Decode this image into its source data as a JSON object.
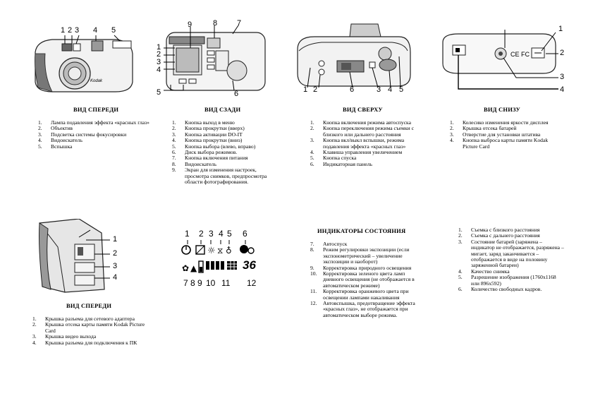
{
  "front": {
    "callouts": [
      "1",
      "2",
      "3",
      "4",
      "5"
    ],
    "brand": "Kodak",
    "heading": "ВИД СПЕРЕДИ",
    "items": [
      {
        "n": "1.",
        "t": "Лампа подавления эффекта «красных глаз»"
      },
      {
        "n": "2.",
        "t": "Объектив"
      },
      {
        "n": "3.",
        "t": "Подсветка системы фокусировки"
      },
      {
        "n": "4.",
        "t": "Видоискатель"
      },
      {
        "n": "5.",
        "t": "Вспышка"
      }
    ]
  },
  "back": {
    "callouts": [
      "1",
      "2",
      "3",
      "4",
      "5",
      "6",
      "7",
      "8",
      "9"
    ],
    "heading": "ВИД СЗАДИ",
    "items": [
      {
        "n": "1.",
        "t": "Кнопка выход в меню"
      },
      {
        "n": "2.",
        "t": "Кнопка прокрутки (вверх)"
      },
      {
        "n": "3.",
        "t": "Кнопка активации DO-IT"
      },
      {
        "n": "4.",
        "t": "Кнопка прокрутки (вниз)"
      },
      {
        "n": "5.",
        "t": "Кнопка выбора (влево, вправо)"
      },
      {
        "n": "6.",
        "t": "Диск выбора режимов."
      },
      {
        "n": "7.",
        "t": "Кнопка включения питания"
      },
      {
        "n": "8.",
        "t": "Видоискатель"
      },
      {
        "n": "9.",
        "t": "Экран для изменения настроек, просмотра снимков, предпросмотра области фотографирования."
      }
    ]
  },
  "top": {
    "callouts": [
      "1",
      "2",
      "6",
      "3",
      "4",
      "5"
    ],
    "heading": "ВИД СВЕРХУ",
    "items": [
      {
        "n": "1.",
        "t": "Кнопка включения режима автоспуска"
      },
      {
        "n": "2.",
        "t": "Кнопка переключения режима съемки с близкого или дальнего расстояния"
      },
      {
        "n": "3.",
        "t": "Кнопка вкл/выкл вспышки, режима подавления эффекта «красных глаз»"
      },
      {
        "n": "4.",
        "t": "Клавиша управления увеличением"
      },
      {
        "n": "5.",
        "t": "Кнопка спуска"
      },
      {
        "n": "6.",
        "t": "Индикаторная панель"
      }
    ]
  },
  "bottom": {
    "callouts": [
      "1",
      "2",
      "3",
      "4"
    ],
    "heading": "ВИД СНИЗУ",
    "items": [
      {
        "n": "1.",
        "t": "Колесико изменения яркости дисплея"
      },
      {
        "n": "2.",
        "t": "Крышка отсека батарей"
      },
      {
        "n": "3.",
        "t": "Отверстие для установки штатива"
      },
      {
        "n": "4.",
        "t": "Кнопка выброса карты памяти Kodak Picture Card"
      }
    ]
  },
  "side": {
    "callouts": [
      "1",
      "2",
      "3",
      "4"
    ],
    "heading": "ВИД СПЕРЕДИ",
    "items": [
      {
        "n": "1.",
        "t": "Крышка разъема для сетевого адаптера"
      },
      {
        "n": "2.",
        "t": "Крышка отсека карты памяти Kodak Picture Card"
      },
      {
        "n": "3.",
        "t": "Крышка видео выхода"
      },
      {
        "n": "4.",
        "t": "Крышка разъема для подключения к ПК"
      }
    ]
  },
  "lcd": {
    "top_callouts": [
      "1",
      "2",
      "3",
      "4",
      "5",
      "6"
    ],
    "bottom_callouts": [
      "7",
      "8",
      "9",
      "10",
      "11",
      "12"
    ],
    "counter": "36"
  },
  "indicators": {
    "heading": "ИНДИКАТОРЫ СОСТОЯНИЯ",
    "items": [
      {
        "n": "7.",
        "t": "Автоспуск"
      },
      {
        "n": "8.",
        "t": "Режим регулировки экспозиции (если экспонометрический – увеличение экспозиции и наоборот)"
      },
      {
        "n": "9.",
        "t": "Корректировка природного освещения"
      },
      {
        "n": "10.",
        "t": "Корректировка зеленого цвета ламп дневного освещения (не отображается в автоматическом режиме)"
      },
      {
        "n": "11.",
        "t": "Корректировка оранжевого цвета при освещении лампами накаливания"
      },
      {
        "n": "12.",
        "t": "Автовспышка, предотвращение эффекта «красных глаз», не отображается при автоматическом выборе режима."
      }
    ],
    "items_right": [
      {
        "n": "1.",
        "t": "Съемка с близкого расстояния"
      },
      {
        "n": "2.",
        "t": "Съемка с дальнего расстояния"
      },
      {
        "n": "3.",
        "t": "Состояние батарей (заряжена – индикатор не отображается, разряжена – мигает, заряд заканчивается – отображается в виде на половину заряженной батареи)"
      },
      {
        "n": "4.",
        "t": "Качество снимка"
      },
      {
        "n": "5.",
        "t": "Разрешение изображения (1760х1168 или 896х592)"
      },
      {
        "n": "6.",
        "t": "Количество свободных кадров."
      }
    ]
  }
}
